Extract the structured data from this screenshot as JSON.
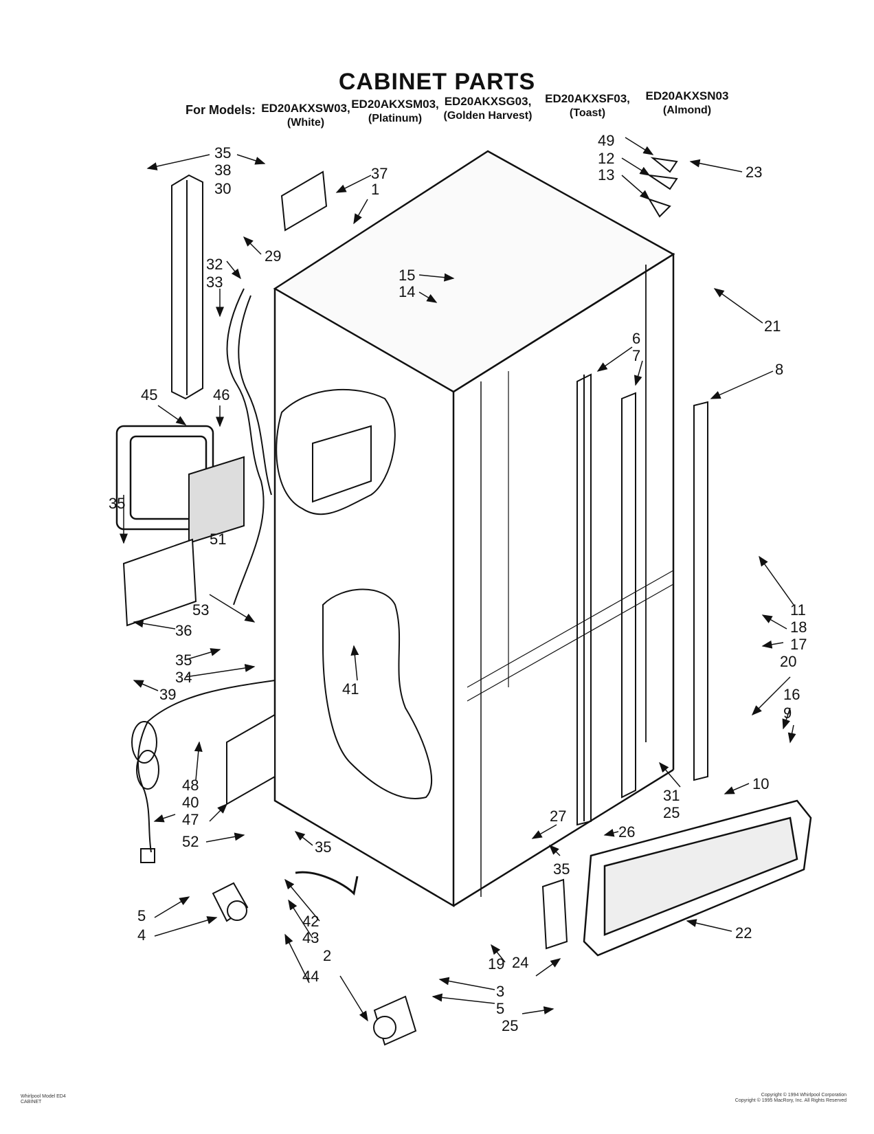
{
  "title": "CABINET PARTS",
  "models_label": "For Models:",
  "models": [
    {
      "name": "ED20AKXSW03,",
      "color": "(White)"
    },
    {
      "name": "ED20AKXSM03,",
      "color": "(Platinum)"
    },
    {
      "name": "ED20AKXSG03,",
      "color": "(Golden Harvest)"
    },
    {
      "name": "ED20AKXSF03,",
      "color": "(Toast)"
    },
    {
      "name": "ED20AKXSN03",
      "color": "(Almond)"
    }
  ],
  "callouts": [
    {
      "id": "c1",
      "label": "35"
    },
    {
      "id": "c2",
      "label": "38"
    },
    {
      "id": "c3",
      "label": "30"
    },
    {
      "id": "c4",
      "label": "37"
    },
    {
      "id": "c5",
      "label": "1"
    },
    {
      "id": "c6",
      "label": "29"
    },
    {
      "id": "c7",
      "label": "32"
    },
    {
      "id": "c8",
      "label": "33"
    },
    {
      "id": "c9",
      "label": "49"
    },
    {
      "id": "c10",
      "label": "12"
    },
    {
      "id": "c11",
      "label": "13"
    },
    {
      "id": "c12",
      "label": "23"
    },
    {
      "id": "c13",
      "label": "15"
    },
    {
      "id": "c14",
      "label": "14"
    },
    {
      "id": "c15",
      "label": "21"
    },
    {
      "id": "c16",
      "label": "6"
    },
    {
      "id": "c17",
      "label": "7"
    },
    {
      "id": "c18",
      "label": "8"
    },
    {
      "id": "c19",
      "label": "45"
    },
    {
      "id": "c20",
      "label": "46"
    },
    {
      "id": "c21",
      "label": "35"
    },
    {
      "id": "c22",
      "label": "51"
    },
    {
      "id": "c23",
      "label": "53"
    },
    {
      "id": "c24",
      "label": "36"
    },
    {
      "id": "c25",
      "label": "35"
    },
    {
      "id": "c26",
      "label": "34"
    },
    {
      "id": "c27",
      "label": "39"
    },
    {
      "id": "c28",
      "label": "41"
    },
    {
      "id": "c29",
      "label": "11"
    },
    {
      "id": "c30",
      "label": "18"
    },
    {
      "id": "c31",
      "label": "17"
    },
    {
      "id": "c32",
      "label": "20"
    },
    {
      "id": "c33",
      "label": "16"
    },
    {
      "id": "c34",
      "label": "9"
    },
    {
      "id": "c35",
      "label": "48"
    },
    {
      "id": "c36",
      "label": "40"
    },
    {
      "id": "c37",
      "label": "47"
    },
    {
      "id": "c38",
      "label": "52"
    },
    {
      "id": "c39",
      "label": "35"
    },
    {
      "id": "c40",
      "label": "31"
    },
    {
      "id": "c41",
      "label": "25"
    },
    {
      "id": "c42",
      "label": "10"
    },
    {
      "id": "c43",
      "label": "27"
    },
    {
      "id": "c44",
      "label": "26"
    },
    {
      "id": "c45",
      "label": "35"
    },
    {
      "id": "c46",
      "label": "5"
    },
    {
      "id": "c47",
      "label": "4"
    },
    {
      "id": "c48",
      "label": "42"
    },
    {
      "id": "c49",
      "label": "43"
    },
    {
      "id": "c50",
      "label": "2"
    },
    {
      "id": "c51",
      "label": "44"
    },
    {
      "id": "c52",
      "label": "19"
    },
    {
      "id": "c53",
      "label": "24"
    },
    {
      "id": "c54",
      "label": "3"
    },
    {
      "id": "c55",
      "label": "5"
    },
    {
      "id": "c56",
      "label": "25"
    },
    {
      "id": "c57",
      "label": "22"
    }
  ],
  "footer": {
    "left_line1": "Whirlpool Model ED4",
    "left_line2": "CABINET",
    "right_line1": "Copyright © 1994 Whirlpool Corporation",
    "right_line2": "Copyright © 1995 MacRory, Inc. All Rights Reserved"
  }
}
